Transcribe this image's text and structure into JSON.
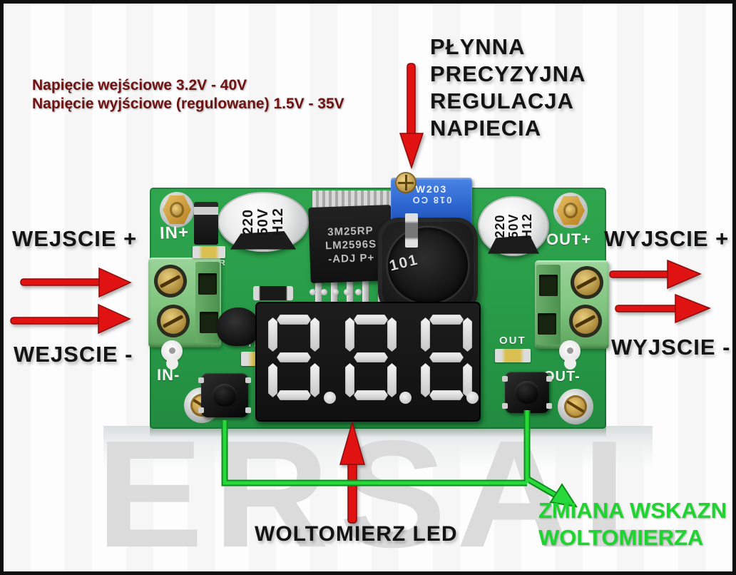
{
  "annotations": {
    "top_left_note": {
      "line1": "Napięcie wejściowe 3.2V - 40V",
      "line2": "Napięcie wyjściowe (regulowane) 1.5V - 35V"
    },
    "top_right_note": {
      "lines": [
        "PŁYNNA",
        "PRECYZYJNA",
        "REGULACJA",
        "NAPIECIA"
      ]
    },
    "left": {
      "top_label": "WEJSCIE +",
      "bottom_label": "WEJSCIE -"
    },
    "right": {
      "top_label": "WYJSCIE +",
      "bottom_label": "WYJSCIE -"
    },
    "bottom": {
      "voltmeter_label": "WOLTOMIERZ LED"
    },
    "bottom_right_note": {
      "line1": "ZMIANA WSKAZN",
      "line2": "WOLTOMIERZA"
    }
  },
  "board": {
    "silkscreen": {
      "in_plus": "IN+",
      "in_minus": "IN-",
      "out_plus": "OUT+",
      "out_minus": "OUT-",
      "power": "POWER",
      "in_led": "IN",
      "out_led": "OUT"
    },
    "components": {
      "capacitor1": {
        "line1": "220",
        "line2": "50V",
        "line3": "H12"
      },
      "capacitor2": {
        "line1": "220",
        "line2": "50V",
        "line3": "H12"
      },
      "regulator": {
        "line1": "3M25RP",
        "line2": "LM2596S",
        "line3": "-ADJ P+"
      },
      "potentiometer": {
        "line1": "W203",
        "line2": "018 CO"
      },
      "inductor": {
        "value": "101"
      },
      "display_digits": [
        "8",
        "8",
        "8"
      ]
    }
  },
  "watermark": "ERSAL",
  "colors": {
    "arrow_red": "#e11212",
    "annotation_green": "#1ed42f",
    "note_dark_red": "#6e1212",
    "pcb_green": "#2fa64e",
    "terminal_green": "#7fc47e",
    "potentiometer_blue": "#2c64cf",
    "gold": "#c8962e",
    "segment_silver": "#e3e3e3",
    "watermark_gray": "#dbdbdb"
  }
}
